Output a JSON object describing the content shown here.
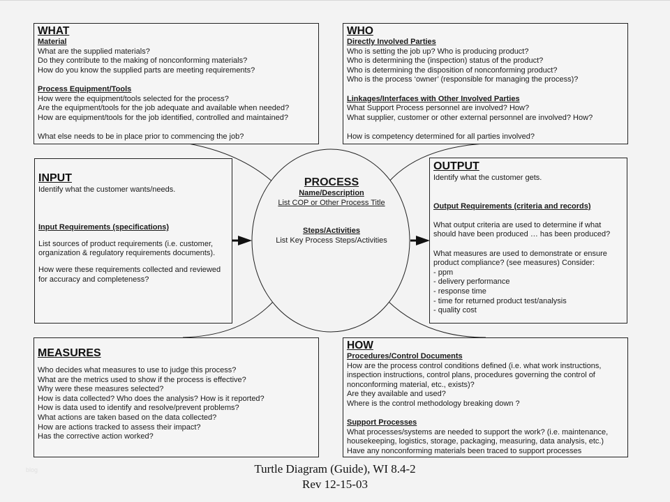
{
  "what": {
    "title": "WHAT",
    "sections": [
      {
        "heading": "Material",
        "lines": [
          "What are the supplied materials?",
          "Do they contribute to the making of nonconforming materials?",
          "How do you know the supplied parts are meeting requirements?"
        ]
      },
      {
        "heading": "Process Equipment/Tools",
        "lines": [
          "How were the equipment/tools selected for the process?",
          "Are the equipment/tools for the job adequate and available when needed?",
          "How are equipment/tools for the job identified, controlled and maintained?"
        ]
      }
    ],
    "closing": "What else needs to be in place prior to commencing the job?"
  },
  "who": {
    "title": "WHO",
    "sections": [
      {
        "heading": "Directly Involved Parties",
        "lines": [
          "Who is setting the job up? Who is producing product?",
          "Who is determining the (inspection) status of the product?",
          "Who is determining the disposition of nonconforming product?",
          "Who is the process ‘owner’ (responsible for managing the process)?"
        ]
      },
      {
        "heading": "Linkages/Interfaces with Other Involved Parties",
        "lines": [
          "What Support Process personnel are involved?  How?",
          "What supplier, customer or other external personnel are involved? How?"
        ]
      }
    ],
    "closing": "How is competency determined for all parties involved?"
  },
  "input": {
    "title": "INPUT",
    "intro": "Identify what the customer wants/needs.",
    "heading": "Input Requirements (specifications)",
    "para1": "List sources of product requirements (i.e. customer, organization & regulatory requirements documents).",
    "para2": "How were these requirements collected and reviewed for accuracy and completeness?"
  },
  "process": {
    "title": "PROCESS",
    "name_heading": "Name/Description",
    "name_text": "List COP or Other Process Title",
    "steps_heading": "Steps/Activities",
    "steps_text": "List Key Process Steps/Activities"
  },
  "output": {
    "title": "OUTPUT",
    "intro": "Identify what the customer gets.",
    "heading": "Output Requirements (criteria and records)",
    "para1": "What output criteria are used to determine if what should have been produced … has been produced?",
    "para2": "What measures are used to demonstrate or ensure product compliance?  (see measures) Consider:",
    "bullets": [
      "- ppm",
      "- delivery performance",
      "- response time",
      "- time for returned product test/analysis",
      "- quality cost"
    ]
  },
  "measures": {
    "title": "MEASURES",
    "lines": [
      "Who decides what measures to use to judge this process?",
      "What are the metrics used to show if the process is effective?",
      "Why were these measures selected?",
      "How is data collected?  Who does the analysis?  How is it reported?",
      "How is data used to identify and resolve/prevent problems?",
      "What actions are taken based on the data collected?",
      "How are actions tracked to assess their impact?",
      "Has the corrective action worked?"
    ]
  },
  "how": {
    "title": "HOW",
    "sections": [
      {
        "heading": "Procedures/Control Documents",
        "lines": [
          "How are the process control conditions defined (i.e. what work instructions,",
          "inspection instructions, control plans, procedures governing the control of",
          "nonconforming material, etc., exists)?",
          "Are they available and used?",
          "Where is the control methodology breaking down ?"
        ]
      },
      {
        "heading": "Support Processes",
        "lines": [
          "What processes/systems are needed to support the work? (i.e. maintenance,",
          "housekeeping, logistics, storage, packaging, measuring, data analysis, etc.)",
          "Have any nonconforming materials been traced to support processes"
        ]
      }
    ]
  },
  "caption": {
    "line1": "Turtle Diagram (Guide), WI 8.4-2",
    "line2": "Rev 12-15-03"
  },
  "watermark": "blog"
}
